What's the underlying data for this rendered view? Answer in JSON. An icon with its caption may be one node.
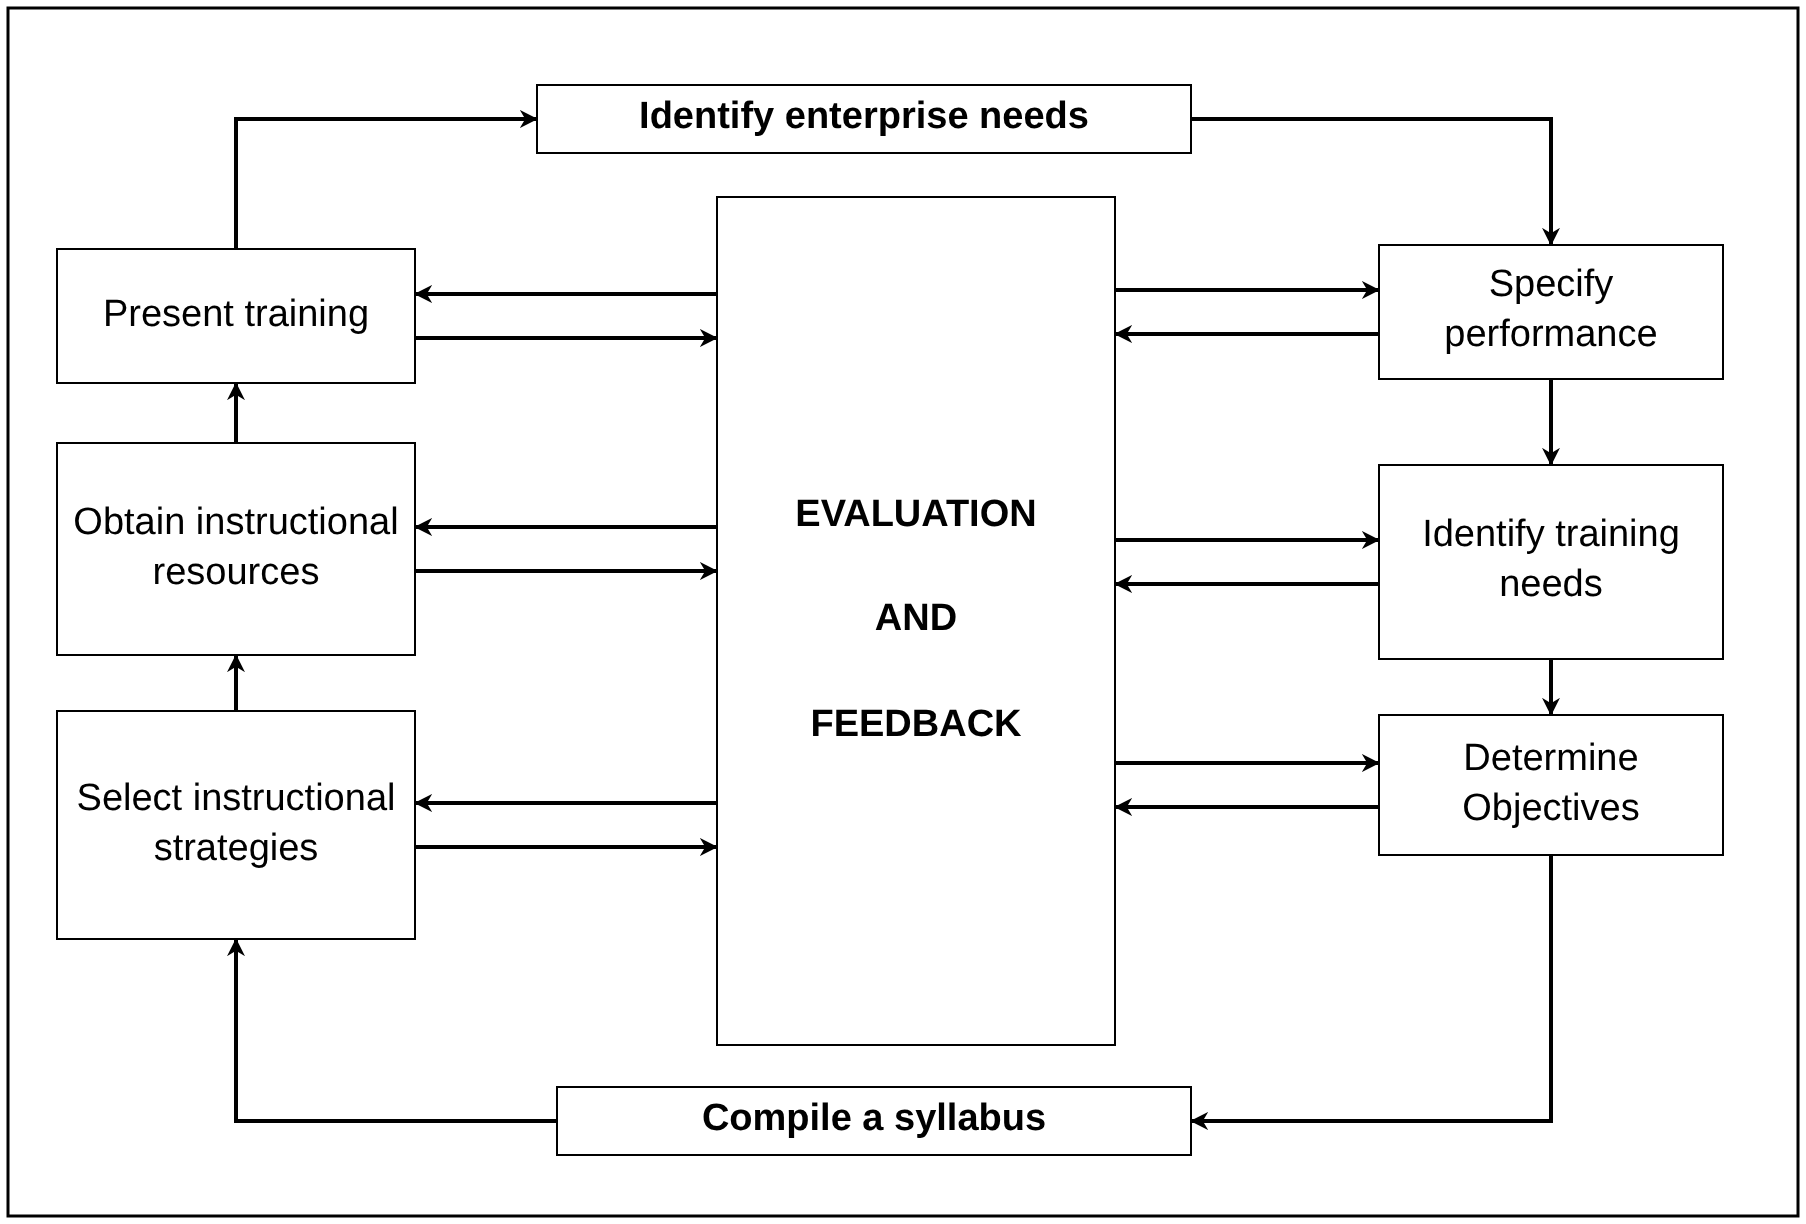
{
  "diagram": {
    "nodes": [
      {
        "text": [
          "Identify enterprise needs"
        ]
      },
      {
        "text": [
          "Specify performance"
        ]
      },
      {
        "text": [
          "Identify training needs"
        ]
      },
      {
        "text": [
          "Determine Objectives"
        ]
      },
      {
        "text": [
          "Compile a syllabus"
        ]
      },
      {
        "text": [
          "Select instructional strategies"
        ]
      },
      {
        "text": [
          "Obtain instructional resources"
        ]
      },
      {
        "text": [
          "Present training"
        ]
      },
      {
        "text": [
          "EVALUATION AND FEEDBACK"
        ]
      }
    ],
    "edges": [
      {
        "from": 7,
        "to": 0,
        "arrow": "to"
      },
      {
        "from": 0,
        "to": 1,
        "arrow": "to"
      },
      {
        "from": 1,
        "to": 2,
        "arrow": "to"
      },
      {
        "from": 2,
        "to": 3,
        "arrow": "to"
      },
      {
        "from": 3,
        "to": 4,
        "arrow": "to"
      },
      {
        "from": 4,
        "to": 5,
        "arrow": "to"
      },
      {
        "from": 5,
        "to": 6,
        "arrow": "to"
      },
      {
        "from": 6,
        "to": 7,
        "arrow": "to"
      },
      {
        "from": 8,
        "to": 7,
        "arrow": "to"
      },
      {
        "from": 7,
        "to": 8,
        "arrow": "to"
      },
      {
        "from": 8,
        "to": 6,
        "arrow": "to"
      },
      {
        "from": 6,
        "to": 8,
        "arrow": "to"
      },
      {
        "from": 8,
        "to": 5,
        "arrow": "to"
      },
      {
        "from": 5,
        "to": 8,
        "arrow": "to"
      },
      {
        "from": 8,
        "to": 1,
        "arrow": "to"
      },
      {
        "from": 1,
        "to": 8,
        "arrow": "to"
      },
      {
        "from": 8,
        "to": 2,
        "arrow": "to"
      },
      {
        "from": 2,
        "to": 8,
        "arrow": "to"
      },
      {
        "from": 8,
        "to": 3,
        "arrow": "to"
      },
      {
        "from": 3,
        "to": 8,
        "arrow": "to"
      }
    ]
  }
}
